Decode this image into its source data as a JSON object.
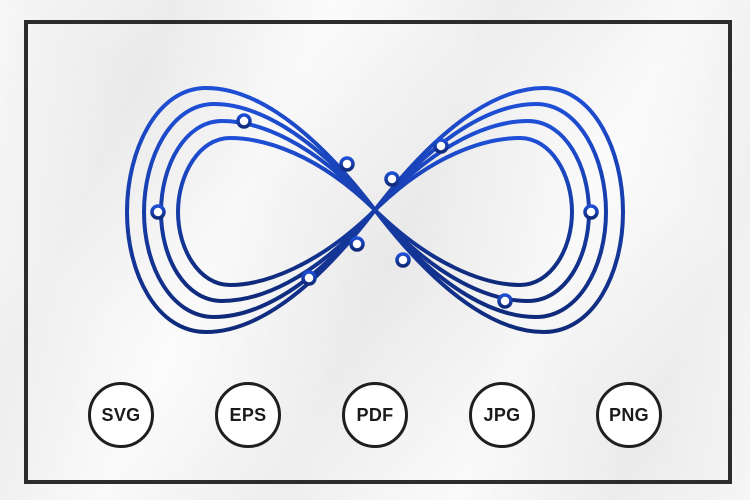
{
  "colors": {
    "infinity_gradient_start": "#1e4fd6",
    "infinity_gradient_end": "#0f2a7a",
    "frame_border": "#2c2c2c",
    "badge_border": "#1f1f1f",
    "badge_text": "#1b1b1b"
  },
  "artwork": {
    "icon": "infinity-circuit-icon"
  },
  "formats": [
    {
      "label": "SVG"
    },
    {
      "label": "EPS"
    },
    {
      "label": "PDF"
    },
    {
      "label": "JPG"
    },
    {
      "label": "PNG"
    }
  ]
}
